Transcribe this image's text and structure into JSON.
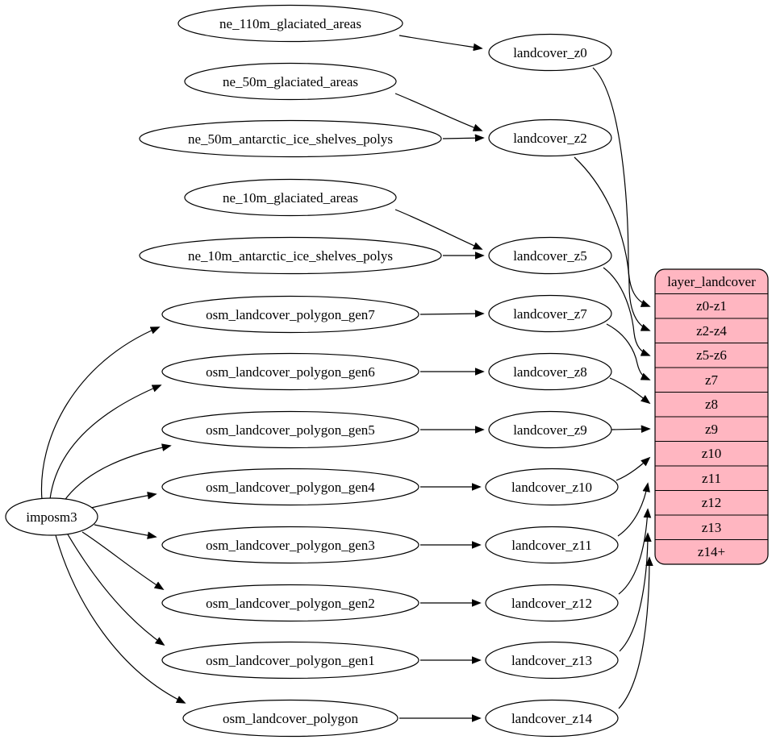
{
  "diagram": {
    "background_color": "#ffffff",
    "node_fill_color": "#ffffff",
    "stroke_color": "#000000",
    "root": {
      "label": "imposm3"
    },
    "sources": [
      {
        "id": "ne_110m_glaciated_areas",
        "label": "ne_110m_glaciated_areas"
      },
      {
        "id": "ne_50m_glaciated_areas",
        "label": "ne_50m_glaciated_areas"
      },
      {
        "id": "ne_50m_antarctic_ice_shelves_polys",
        "label": "ne_50m_antarctic_ice_shelves_polys"
      },
      {
        "id": "ne_10m_glaciated_areas",
        "label": "ne_10m_glaciated_areas"
      },
      {
        "id": "ne_10m_antarctic_ice_shelves_polys",
        "label": "ne_10m_antarctic_ice_shelves_polys"
      },
      {
        "id": "osm_landcover_polygon_gen7",
        "label": "osm_landcover_polygon_gen7"
      },
      {
        "id": "osm_landcover_polygon_gen6",
        "label": "osm_landcover_polygon_gen6"
      },
      {
        "id": "osm_landcover_polygon_gen5",
        "label": "osm_landcover_polygon_gen5"
      },
      {
        "id": "osm_landcover_polygon_gen4",
        "label": "osm_landcover_polygon_gen4"
      },
      {
        "id": "osm_landcover_polygon_gen3",
        "label": "osm_landcover_polygon_gen3"
      },
      {
        "id": "osm_landcover_polygon_gen2",
        "label": "osm_landcover_polygon_gen2"
      },
      {
        "id": "osm_landcover_polygon_gen1",
        "label": "osm_landcover_polygon_gen1"
      },
      {
        "id": "osm_landcover_polygon",
        "label": "osm_landcover_polygon"
      }
    ],
    "stages": [
      {
        "id": "landcover_z0",
        "label": "landcover_z0"
      },
      {
        "id": "landcover_z2",
        "label": "landcover_z2"
      },
      {
        "id": "landcover_z5",
        "label": "landcover_z5"
      },
      {
        "id": "landcover_z7",
        "label": "landcover_z7"
      },
      {
        "id": "landcover_z8",
        "label": "landcover_z8"
      },
      {
        "id": "landcover_z9",
        "label": "landcover_z9"
      },
      {
        "id": "landcover_z10",
        "label": "landcover_z10"
      },
      {
        "id": "landcover_z11",
        "label": "landcover_z11"
      },
      {
        "id": "landcover_z12",
        "label": "landcover_z12"
      },
      {
        "id": "landcover_z13",
        "label": "landcover_z13"
      },
      {
        "id": "landcover_z14",
        "label": "landcover_z14"
      }
    ],
    "table": {
      "title": "layer_landcover",
      "rows": [
        "z0-z1",
        "z2-z4",
        "z5-z6",
        "z7",
        "z8",
        "z9",
        "z10",
        "z11",
        "z12",
        "z13",
        "z14+"
      ],
      "fill": "#ffb6c1",
      "stroke": "#000000"
    },
    "edges": [
      {
        "from": "imposm3",
        "to": "osm_landcover_polygon_gen7"
      },
      {
        "from": "imposm3",
        "to": "osm_landcover_polygon_gen6"
      },
      {
        "from": "imposm3",
        "to": "osm_landcover_polygon_gen5"
      },
      {
        "from": "imposm3",
        "to": "osm_landcover_polygon_gen4"
      },
      {
        "from": "imposm3",
        "to": "osm_landcover_polygon_gen3"
      },
      {
        "from": "imposm3",
        "to": "osm_landcover_polygon_gen2"
      },
      {
        "from": "imposm3",
        "to": "osm_landcover_polygon_gen1"
      },
      {
        "from": "imposm3",
        "to": "osm_landcover_polygon"
      },
      {
        "from": "ne_110m_glaciated_areas",
        "to": "landcover_z0"
      },
      {
        "from": "ne_50m_glaciated_areas",
        "to": "landcover_z2"
      },
      {
        "from": "ne_50m_antarctic_ice_shelves_polys",
        "to": "landcover_z2"
      },
      {
        "from": "ne_10m_glaciated_areas",
        "to": "landcover_z5"
      },
      {
        "from": "ne_10m_antarctic_ice_shelves_polys",
        "to": "landcover_z5"
      },
      {
        "from": "osm_landcover_polygon_gen7",
        "to": "landcover_z7"
      },
      {
        "from": "osm_landcover_polygon_gen6",
        "to": "landcover_z8"
      },
      {
        "from": "osm_landcover_polygon_gen5",
        "to": "landcover_z9"
      },
      {
        "from": "osm_landcover_polygon_gen4",
        "to": "landcover_z10"
      },
      {
        "from": "osm_landcover_polygon_gen3",
        "to": "landcover_z11"
      },
      {
        "from": "osm_landcover_polygon_gen2",
        "to": "landcover_z12"
      },
      {
        "from": "osm_landcover_polygon_gen1",
        "to": "landcover_z13"
      },
      {
        "from": "osm_landcover_polygon",
        "to": "landcover_z14"
      },
      {
        "from": "landcover_z0",
        "to": "layer_landcover.z0-z1"
      },
      {
        "from": "landcover_z2",
        "to": "layer_landcover.z2-z4"
      },
      {
        "from": "landcover_z5",
        "to": "layer_landcover.z5-z6"
      },
      {
        "from": "landcover_z7",
        "to": "layer_landcover.z7"
      },
      {
        "from": "landcover_z8",
        "to": "layer_landcover.z8"
      },
      {
        "from": "landcover_z9",
        "to": "layer_landcover.z9"
      },
      {
        "from": "landcover_z10",
        "to": "layer_landcover.z10"
      },
      {
        "from": "landcover_z11",
        "to": "layer_landcover.z11"
      },
      {
        "from": "landcover_z12",
        "to": "layer_landcover.z12"
      },
      {
        "from": "landcover_z13",
        "to": "layer_landcover.z13"
      },
      {
        "from": "landcover_z14",
        "to": "layer_landcover.z14+"
      }
    ]
  }
}
